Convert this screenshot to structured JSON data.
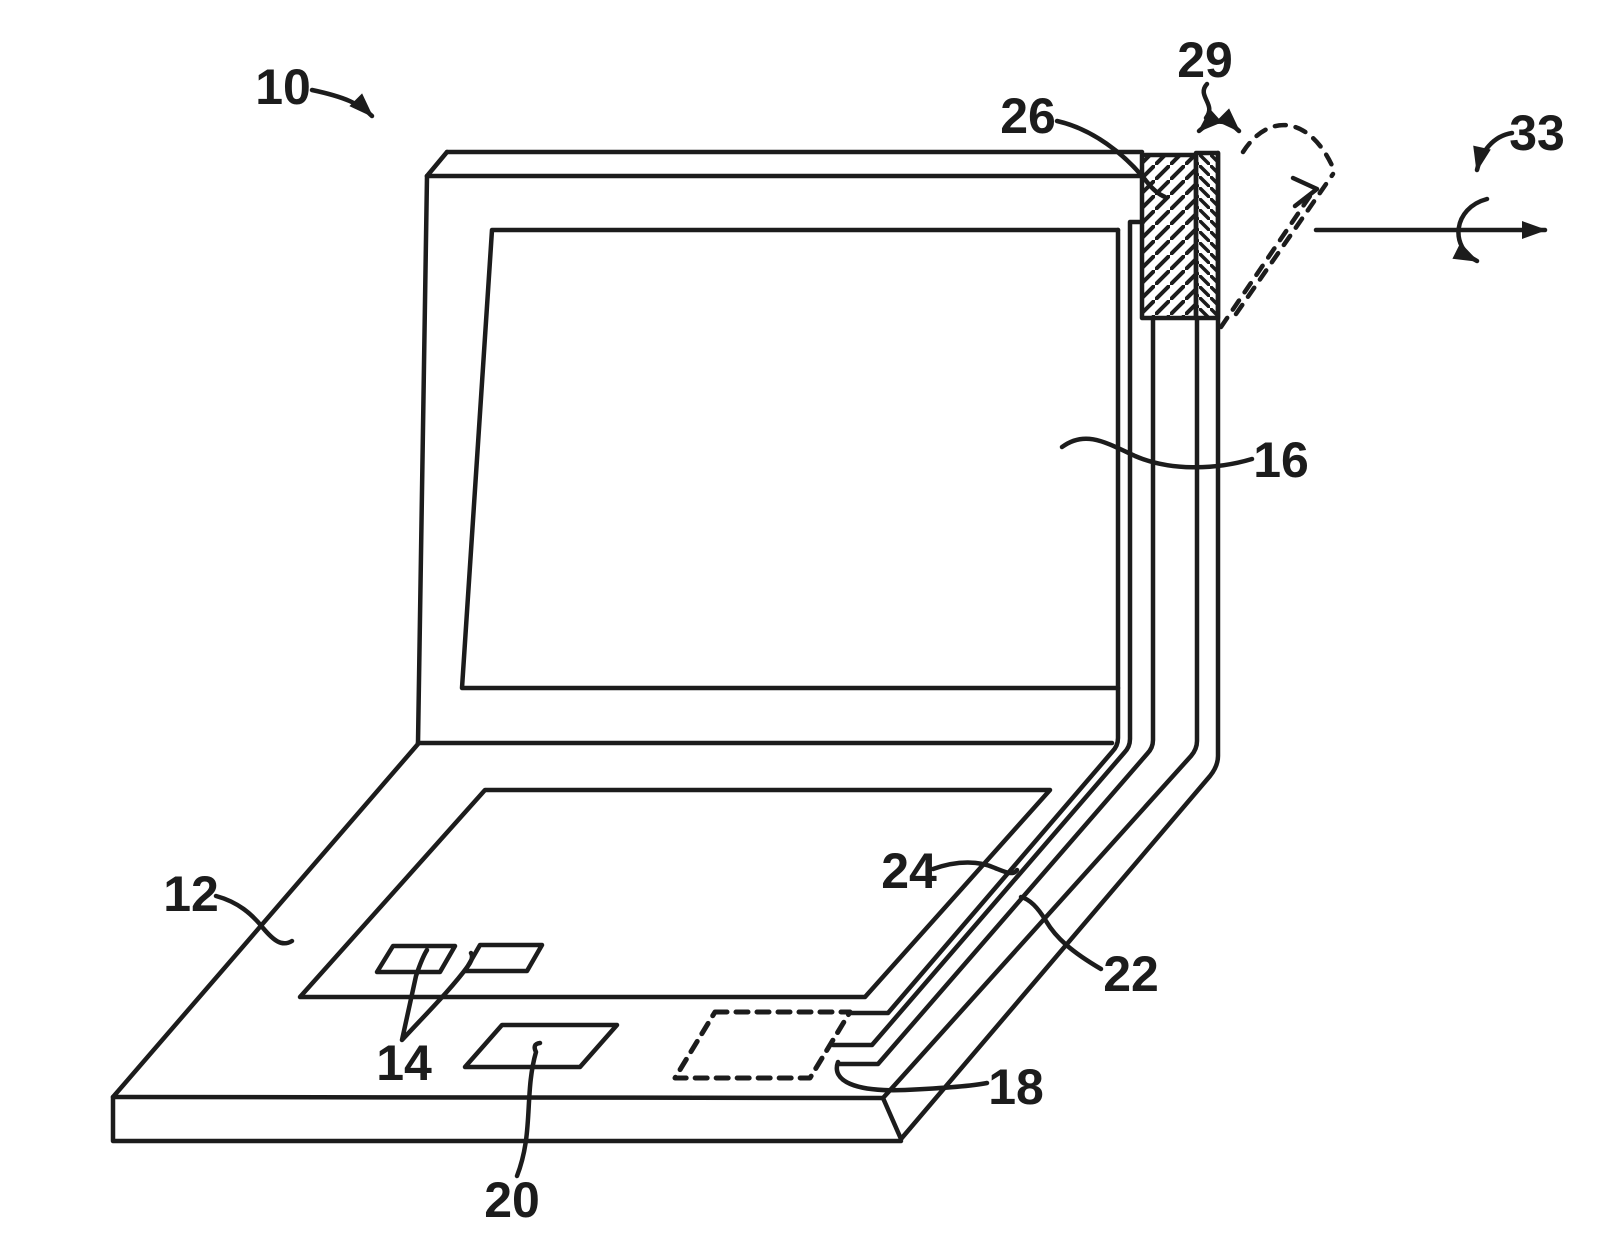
{
  "figure": {
    "background": "#ffffff",
    "line_color": "#1c1c1c",
    "labels": {
      "ref_10": "10",
      "ref_12": "12",
      "ref_14": "14",
      "ref_16": "16",
      "ref_18": "18",
      "ref_20": "20",
      "ref_22": "22",
      "ref_24": "24",
      "ref_26": "26",
      "ref_29": "29",
      "ref_33": "33"
    }
  }
}
